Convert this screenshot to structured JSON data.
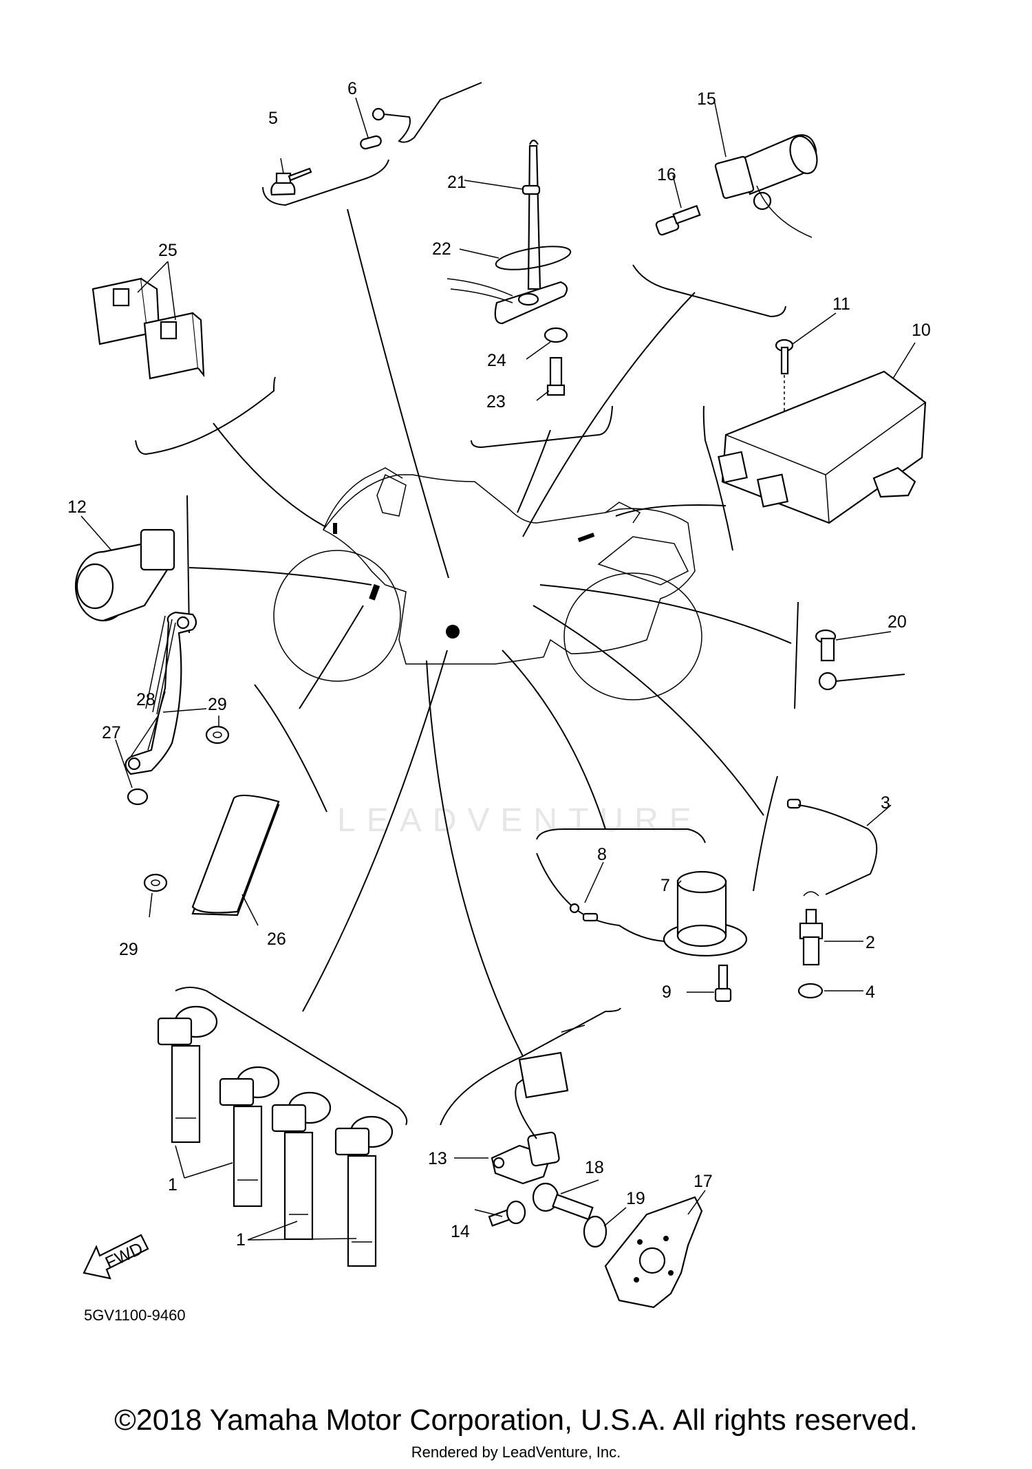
{
  "diagram_code": "5GV1100-9460",
  "copyright": "©2018 Yamaha Motor Corporation, U.S.A. All rights reserved.",
  "rendered_by": "Rendered by LeadVenture, Inc.",
  "watermark": "LEADVENTURE",
  "fwd_label": "FWD",
  "callouts": {
    "c1a": "1",
    "c1b": "1",
    "c2": "2",
    "c3": "3",
    "c4": "4",
    "c5": "5",
    "c6": "6",
    "c7": "7",
    "c8": "8",
    "c9": "9",
    "c10": "10",
    "c11": "11",
    "c12": "12",
    "c13": "13",
    "c14": "14",
    "c15": "15",
    "c16": "16",
    "c17": "17",
    "c18": "18",
    "c19": "19",
    "c20": "20",
    "c21": "21",
    "c22": "22",
    "c23": "23",
    "c24": "24",
    "c25": "25",
    "c26": "26",
    "c27": "27",
    "c28": "28",
    "c29a": "29",
    "c29b": "29"
  }
}
